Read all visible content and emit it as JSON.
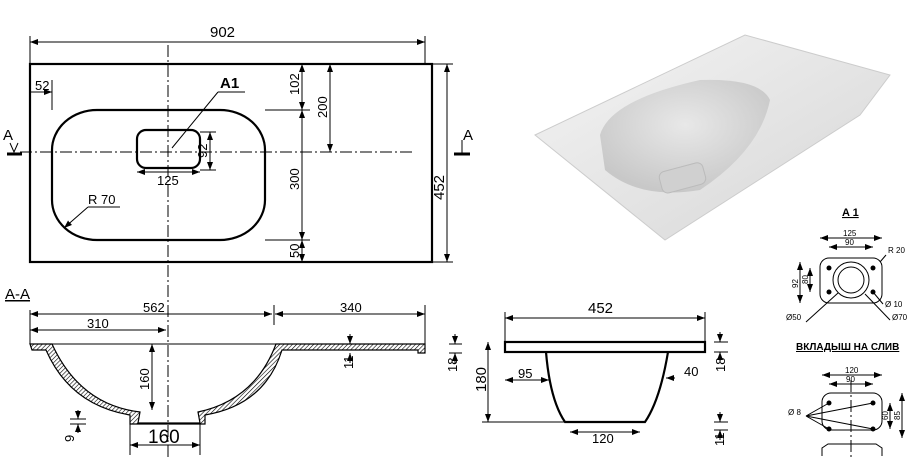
{
  "plan": {
    "width": "902",
    "depth": "452",
    "left_offset": "52",
    "section_marker": "A",
    "detail_label": "A1",
    "drain_height": "92",
    "drain_width": "125",
    "corner_radius": "R 70",
    "dim_top_margin": "102",
    "dim_bowl": "300",
    "dim_bottom_margin": "50",
    "dim_to_center": "200"
  },
  "section": {
    "title": "A-A",
    "dim_562": "562",
    "dim_310": "310",
    "dim_340": "340",
    "depth": "160",
    "bottom_width": "160",
    "rim_thickness": "11",
    "bottom_thickness": "9",
    "edge_height": "18"
  },
  "side": {
    "depth": "452",
    "height": "180",
    "dim_95": "95",
    "dim_40": "40",
    "edge_height": "18",
    "bottom_width": "120",
    "bottom_thickness": "11"
  },
  "detail_a1": {
    "title": "A 1",
    "outer": "125",
    "inner": "90",
    "radius": "R 20",
    "height": "92",
    "height_inner": "80",
    "hole": "Ø 10",
    "d50": "Ø50",
    "d70": "Ø70"
  },
  "insert": {
    "title": "ВКЛАДЫШ НА СЛИВ",
    "outer": "120",
    "inner": "90",
    "hole": "Ø 8",
    "height_inner": "60",
    "height": "85"
  }
}
